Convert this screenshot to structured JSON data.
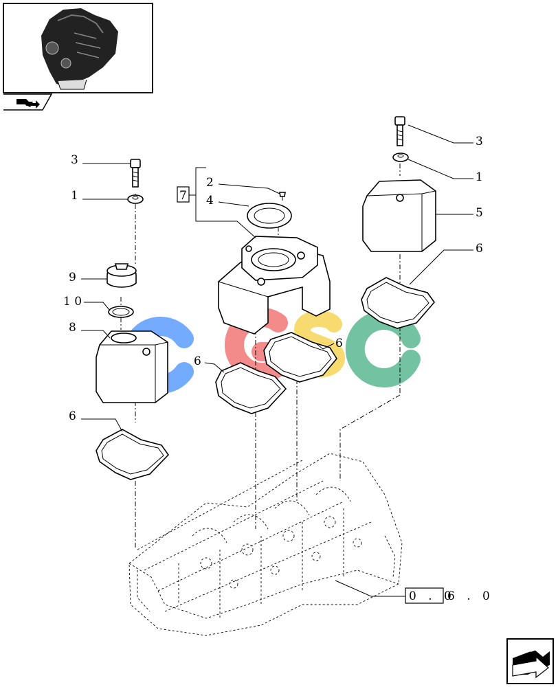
{
  "callouts": {
    "c3_left": "3",
    "c1_left": "1",
    "c9": "9",
    "c10": "1 0",
    "c8": "8",
    "c6_far_left": "6",
    "c7": "7",
    "c2": "2",
    "c4": "4",
    "c6_mid_left": "6",
    "c6_mid_right": "6",
    "c3_right": "3",
    "c1_right": "1",
    "c5": "5",
    "c6_right": "6"
  },
  "reference": {
    "boxed": "0 . 0",
    "suffix": "6 . 0"
  },
  "watermark": {
    "letters": [
      "C",
      "G",
      "S",
      "C"
    ],
    "colors": [
      "#4d94ff",
      "#f26b6b",
      "#f5d24a",
      "#4db38a"
    ]
  },
  "icons": {
    "thumbnail": "engine-thumbnail-icon",
    "tab_arrow": "book-arrow-icon",
    "nav": "next-page-arrow-icon"
  }
}
